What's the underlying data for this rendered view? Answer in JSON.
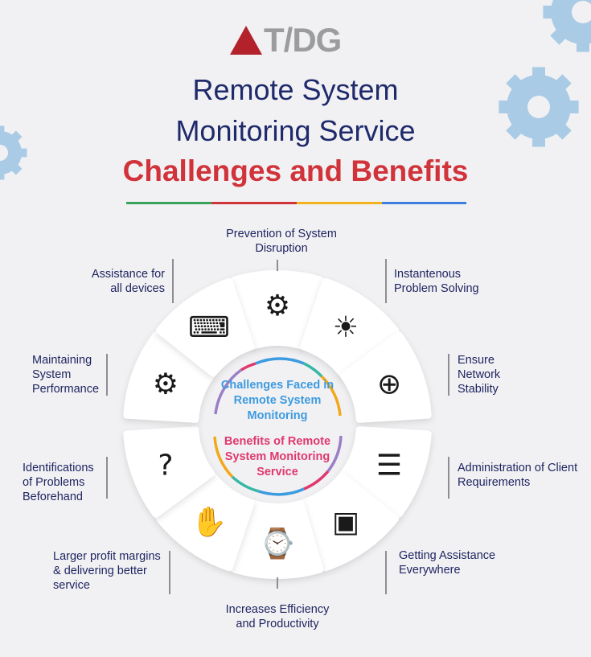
{
  "logo": {
    "text": "T/DG",
    "color": "#b3222a"
  },
  "title": {
    "line1": "Remote System",
    "line2": "Monitoring Service",
    "line3": "Challenges and Benefits"
  },
  "center": {
    "challenges": "Challenges Faced in Remote System Monitoring",
    "benefits": "Benefits of Remote System Monitoring Service"
  },
  "segments": [
    {
      "label": "Prevention of System Disruption",
      "icon": "gear-alert-icon",
      "glyph": "⚙"
    },
    {
      "label": "Instantenous Problem Solving",
      "icon": "lightbulb-hand-icon",
      "glyph": "☀"
    },
    {
      "label": "Ensure Network Stability",
      "icon": "network-globe-icon",
      "glyph": "⊕"
    },
    {
      "label": "Administration of Client Requirements",
      "icon": "checklist-clients-icon",
      "glyph": "☰"
    },
    {
      "label": "Getting Assistance Everywhere",
      "icon": "video-support-icon",
      "glyph": "▣"
    },
    {
      "label": "Increases Efficiency and Productivity",
      "icon": "money-clock-icon",
      "glyph": "⌚"
    },
    {
      "label": "Larger profit margins & delivering better service",
      "icon": "hand-box-tools-icon",
      "glyph": "✋"
    },
    {
      "label": "Identifications of Problems Beforehand",
      "icon": "confused-person-icon",
      "glyph": "?"
    },
    {
      "label": "Maintaining System Performance",
      "icon": "performance-chart-icon",
      "glyph": "⚙"
    },
    {
      "label": "Assistance for all devices",
      "icon": "devices-icon",
      "glyph": "⌨"
    }
  ],
  "colors": {
    "navy": "#1f2a6b",
    "red": "#d0343a",
    "blue": "#3d9be0",
    "pink": "#e0386e",
    "gear": "#a9cbe6"
  }
}
